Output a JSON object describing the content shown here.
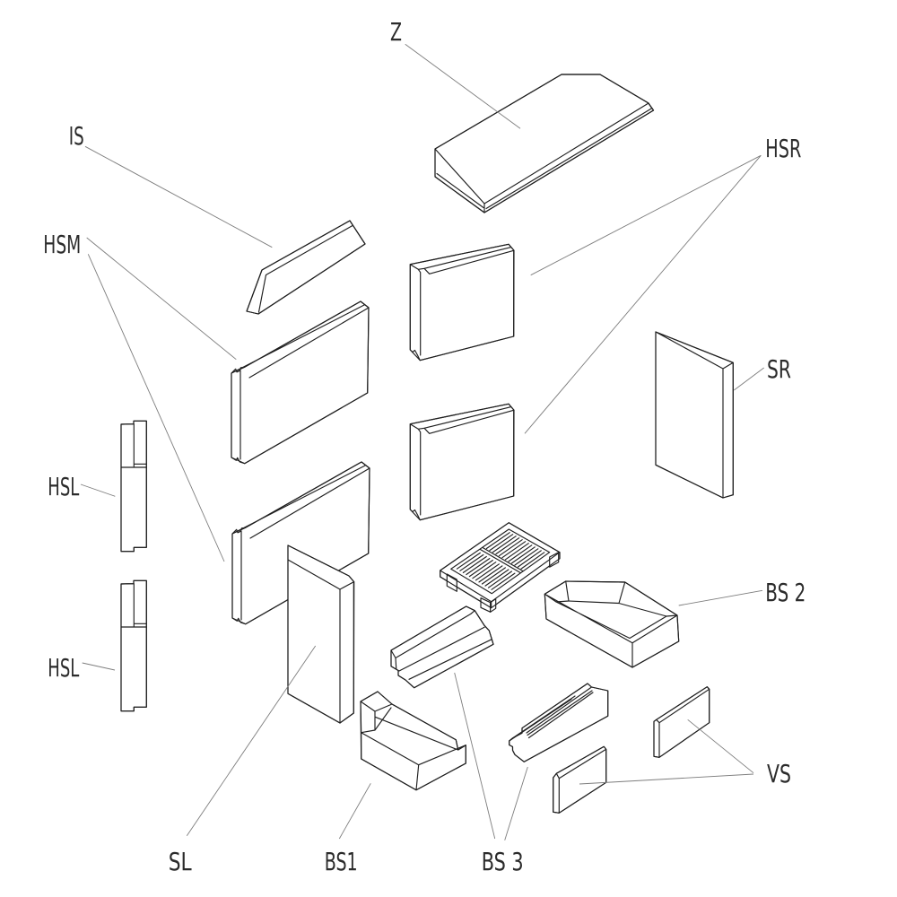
{
  "drawing": {
    "type": "exploded parts line diagram",
    "background": "#ffffff",
    "line_color": "#1f1f1f",
    "leader_color": "#7d7d7d",
    "label_color": "#2b2b2b"
  },
  "labels": {
    "z": "Z",
    "is": "IS",
    "hsm": "HSM",
    "hsr": "HSR",
    "sr": "SR",
    "hsl_upper": "HSL",
    "hsl_lower": "HSL",
    "bs2": "BS 2",
    "vs": "VS",
    "sl": "SL",
    "bs1": "BS1",
    "bs3": "BS 3"
  }
}
